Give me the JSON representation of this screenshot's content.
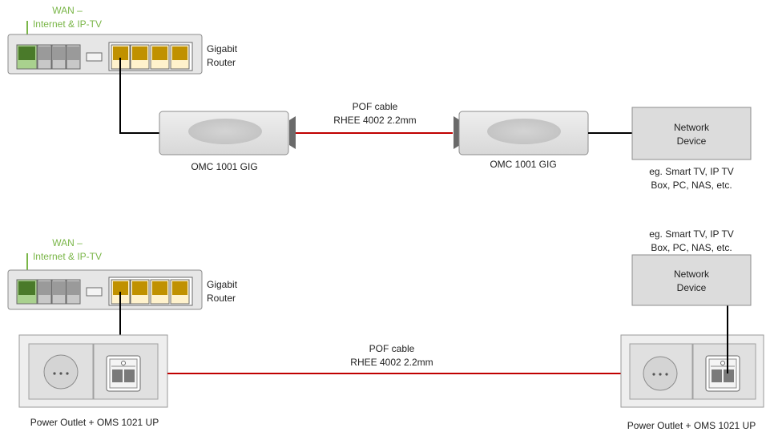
{
  "colors": {
    "wan_label": "#7ab648",
    "wan_port": "#4a7a2a",
    "lan_port": "#c09100",
    "pof_cable": "#c00000",
    "ethernet_cable": "#000000",
    "device_fill": "#dcdcdc"
  },
  "top": {
    "wan_label_line1": "WAN –",
    "wan_label_line2": "Internet & IP-TV",
    "router_label_line1": "Gigabit",
    "router_label_line2": "Router",
    "pof_label_line1": "POF cable",
    "pof_label_line2": "RHEE 4002 2.2mm",
    "omc_left_label": "OMC 1001 GIG",
    "omc_right_label": "OMC 1001 GIG",
    "device_label_line1": "Network",
    "device_label_line2": "Device",
    "device_examples_line1": "eg. Smart TV, IP TV",
    "device_examples_line2": "Box, PC, NAS, etc."
  },
  "bottom": {
    "wan_label_line1": "WAN –",
    "wan_label_line2": "Internet & IP-TV",
    "router_label_line1": "Gigabit",
    "router_label_line2": "Router",
    "pof_label_line1": "POF cable",
    "pof_label_line2": "RHEE 4002 2.2mm",
    "outlet_left_label": "Power Outlet + OMS 1021 UP",
    "outlet_right_label": "Power Outlet + OMS 1021 UP",
    "device_label_line1": "Network",
    "device_label_line2": "Device",
    "device_examples_line1": "eg. Smart TV, IP TV",
    "device_examples_line2": "Box, PC, NAS, etc."
  }
}
